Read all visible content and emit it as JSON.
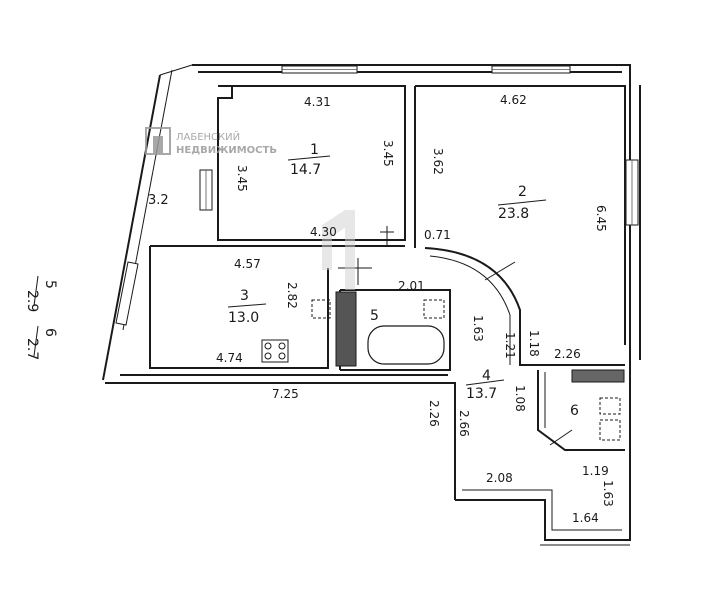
{
  "watermark": {
    "line1": "ЛАБЕНСКИЙ",
    "line2": "НЕДВИЖИМОСТЬ",
    "color": "#b4b4b4"
  },
  "rooms": [
    {
      "id": "1",
      "area": "14.7"
    },
    {
      "id": "2",
      "area": "23.8"
    },
    {
      "id": "3",
      "area": "13.0"
    },
    {
      "id": "4",
      "area": "13.7"
    },
    {
      "id": "5",
      "area": ""
    },
    {
      "id": "6",
      "area": ""
    }
  ],
  "dimensions": {
    "r1_top": "4.31",
    "r1_right": "3.45",
    "r1_left": "3.45",
    "r1_bottom": "4.30",
    "r2_top": "4.62",
    "r2_left": "3.62",
    "r2_right": "6.45",
    "r2_hall": "0.71",
    "balcony": "3.2",
    "r3_top": "4.57",
    "r3_right": "2.82",
    "r3_bottom": "4.74",
    "r5_top": "2.01",
    "hall_a": "1.63",
    "hall_b": "1.21",
    "hall_c": "1.18",
    "hall_d": "2.26",
    "hall_e": "1.08",
    "hall_f": "2.66",
    "hall_g": "2.26",
    "total_width": "7.25",
    "r6_a": "1.19",
    "r6_b": "1.63",
    "r6_c": "1.64",
    "entry": "2.08"
  },
  "side_labels": [
    {
      "num": "5",
      "area": "2.9"
    },
    {
      "num": "6",
      "area": "2.7"
    }
  ]
}
